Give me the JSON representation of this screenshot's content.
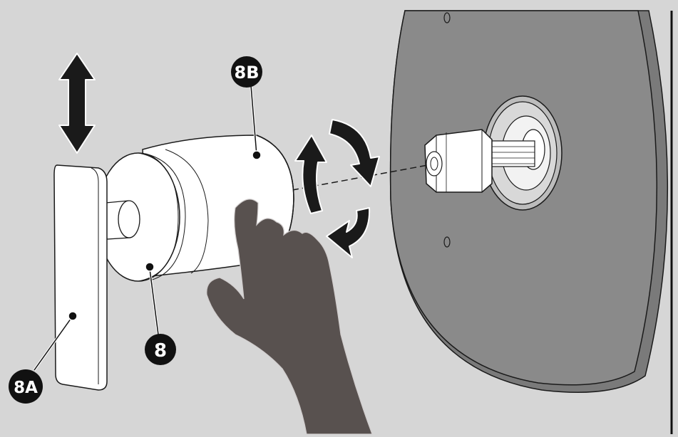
{
  "labels": {
    "end_cap": "8",
    "bracket": "8A",
    "tube_sleeve": "8B"
  },
  "colors": {
    "background": "#d6d6d6",
    "disc": "#8a8a8a",
    "disc_edge": "#6f6f6f",
    "hand": "#58514f",
    "outline": "#1a1a1a",
    "part_fill": "#ffffff",
    "callout": "#111111"
  },
  "icons": {
    "vertical_arrow": "double-headed-vertical-arrow",
    "rotation": "bidirectional-rotation-arrows",
    "axis": "dashed-alignment-axis"
  }
}
